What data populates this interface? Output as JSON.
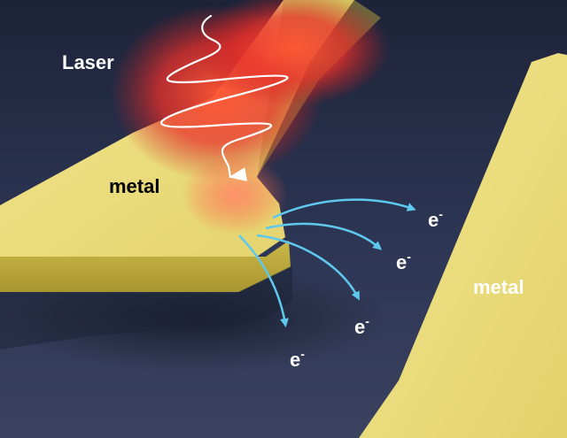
{
  "labels": {
    "laser": "Laser",
    "metal_left": "metal",
    "metal_right": "metal"
  },
  "electrons": [
    {
      "symbol": "e",
      "charge": "-"
    },
    {
      "symbol": "e",
      "charge": "-"
    },
    {
      "symbol": "e",
      "charge": "-"
    },
    {
      "symbol": "e",
      "charge": "-"
    }
  ],
  "colors": {
    "substrate": "#2a3350",
    "metal": "#e8dc7a",
    "laser_glow": "#e8402a",
    "laser_beam": "#ffffff",
    "electron_arrow": "#5ec8ee",
    "text": "#ffffff",
    "metal_text": "#000000"
  }
}
